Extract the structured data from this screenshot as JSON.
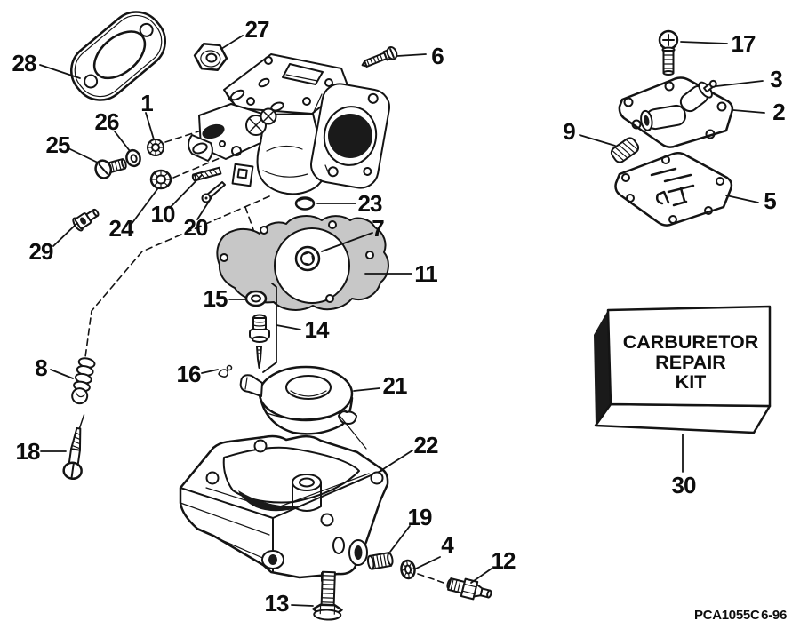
{
  "callouts": {
    "c1": "1",
    "c2": "2",
    "c3": "3",
    "c4": "4",
    "c5": "5",
    "c6": "6",
    "c7": "7",
    "c8": "8",
    "c9": "9",
    "c10": "10",
    "c11": "11",
    "c12": "12",
    "c13": "13",
    "c14": "14",
    "c15": "15",
    "c16": "16",
    "c17": "17",
    "c18": "18",
    "c19": "19",
    "c20": "20",
    "c21": "21",
    "c22": "22",
    "c23": "23",
    "c24": "24",
    "c25": "25",
    "c26": "26",
    "c27": "27",
    "c28": "28",
    "c29": "29",
    "c30": "30"
  },
  "kit_box": {
    "lines": [
      "CARBURETOR",
      "REPAIR",
      "KIT"
    ]
  },
  "footer": {
    "code": "PCA1055C",
    "date": "6-96"
  },
  "colors": {
    "ink": "#141414",
    "paper": "#ffffff",
    "gasket_fill": "#c7c7c7",
    "bore_fill": "#1a1a1a"
  }
}
